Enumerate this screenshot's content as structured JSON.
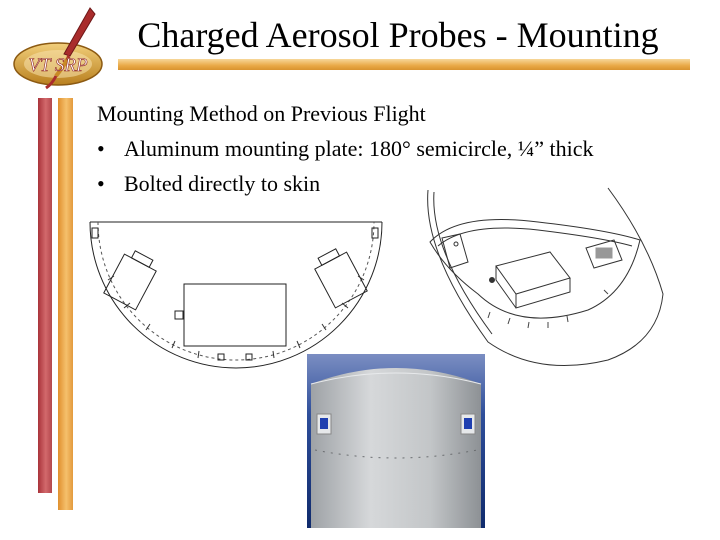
{
  "slide": {
    "title": "Charged Aerosol Probes - Mounting",
    "subtitle": "Mounting Method on Previous Flight",
    "bullets": [
      {
        "marker": "•",
        "text": "Aluminum mounting plate: 180° semicircle, ¼” thick"
      },
      {
        "marker": "•",
        "text": "Bolted directly to skin"
      }
    ]
  },
  "logo": {
    "icon": "rocket-logo-icon",
    "text": "VT SRP"
  },
  "figures": {
    "top_view": {
      "icon": "mounting-plate-top-view-drawing"
    },
    "isometric_view": {
      "icon": "mounting-plate-isometric-drawing"
    },
    "render": {
      "icon": "payload-skin-render-image"
    }
  },
  "colors": {
    "red_bar": "#b4474c",
    "orange_bar": "#e9a947",
    "logo_gold": "#c98a26",
    "logo_red": "#a92c2c",
    "render_bg": "#1c3d86",
    "render_body": "#c7c9cb",
    "window": "#1f3fb0"
  }
}
